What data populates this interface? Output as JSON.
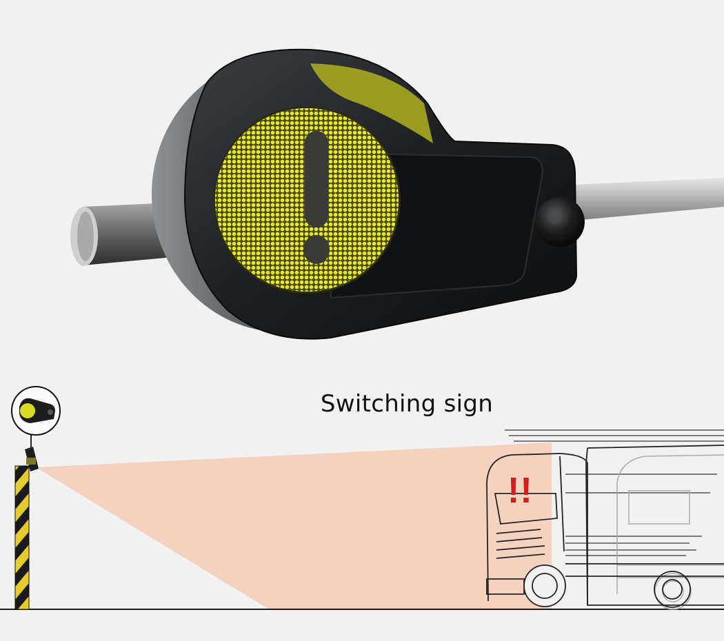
{
  "caption": "Switching sign",
  "alert_marks": "!!",
  "colors": {
    "background": "#f1f1f1",
    "led_yellow": "#e3e32a",
    "housing_dark": "#1b1d1f",
    "sensor_beam": "#f6cbb6",
    "post_yellow": "#e6cc2a",
    "post_black": "#1a1a1a",
    "alert_red": "#d01d1d"
  },
  "icons": [
    "exclamation-icon",
    "sensor-icon",
    "truck-illustration",
    "warning-post",
    "device-thumbnail-icon"
  ]
}
